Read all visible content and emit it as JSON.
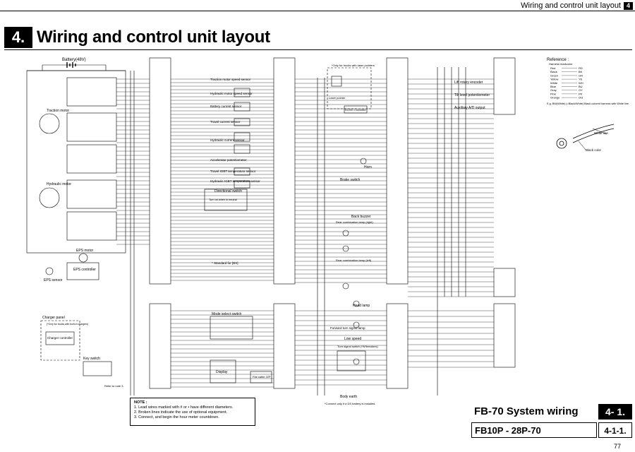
{
  "header": {
    "title": "Wiring and control unit layout",
    "chapter": "4"
  },
  "section": {
    "number": "4.",
    "title": "Wiring and control unit layout"
  },
  "labels": {
    "battery": "Battery(48V)",
    "traction_motor": "Traction motor",
    "hydraulic_motor": "Hydraulic motor",
    "eps_motor": "EPS motor",
    "eps_controller": "EPS controller",
    "eps_sensor": "EPS sensor",
    "charger_panel": "Charger panel",
    "charger_only": "(*Only for trucks with built-in chargers)",
    "charger_controller": "Charger controller",
    "key_switch": "Key switch",
    "mode_select_switch": "Mode select switch",
    "display": "Display",
    "flat_cable": "Flat cable 22P",
    "traction_motor_speed_sensor": "Traction motor speed sensor",
    "hydraulic_motor_speed_sensor": "Hydraulic motor speed sensor",
    "battery_current_sensor": "Battery current sensor",
    "travel_current_sensor": "Travel current sensor",
    "hydraulic_current_sensor": "Hydraulic current sensor",
    "accelerator_potentiometer": "Accelerator potentiometer",
    "travel_igbt_temp": "Travel IGBT temperature sensor",
    "hydraulic_igbt_temp": "Hydraulic IGBT temperature sensor",
    "directional_switch": "Directional switch",
    "turn_on_neutral": "Turn on when in neutral",
    "standard_bx": "* Standard for [BX]",
    "only_laser": "*Only for trucks with laser pointers",
    "laser_pointer": "Laser pointer",
    "dc_converter": "DC/DC Converter",
    "horn": "Horn",
    "brake_switch": "Brake switch",
    "back_buzzer": "Back buzzer",
    "rear_combo_right": "Rear combination lamp (right)",
    "rear_combo_left": "Rear combination lamp (left)",
    "head_lamp": "Head lamp",
    "forward_turn_signal": "Forward turn signal lamp",
    "low_speed": "Low speed",
    "turn_signal_switch": "Turn signal switch (*W/breakers)",
    "body_earth": "Body earth",
    "connect_only_ds": "*Connect only if a DS battery is installed.",
    "lift_rotary_encoder": "Lift rotary encoder",
    "tilt_level_pot": "Tilt level potentiometer",
    "auxiliary_ad": "Auxiliary A/D output",
    "refer_note": "Refer to note 3.",
    "white_line": "White line",
    "black_color": "Black color",
    "reference_eg": "E.g. BW(White) (=Black/White) Black colored harness with White line."
  },
  "reference": {
    "title": "Reference :",
    "subtitle": "Harness markcolor",
    "colors": [
      {
        "name": "Red",
        "code": "RD"
      },
      {
        "name": "Black",
        "code": "BK"
      },
      {
        "name": "Green",
        "code": "GN"
      },
      {
        "name": "Yellow",
        "code": "YE"
      },
      {
        "name": "White",
        "code": "WH"
      },
      {
        "name": "Blue",
        "code": "BU"
      },
      {
        "name": "Gray",
        "code": "GY"
      },
      {
        "name": "Pink",
        "code": "PK"
      },
      {
        "name": "Orange",
        "code": "OG"
      }
    ]
  },
  "note": {
    "title": "NOTE :",
    "lines": [
      "1. Lead wires marked with # or • have different diameters.",
      "2. Broken lines indicate the use of optional equipment.",
      "3. Connect, and begin the hour meter countdown."
    ]
  },
  "footer": {
    "system_title": "FB-70  System wiring",
    "system_num": "4- 1.",
    "model": "FB10P - 28P-70",
    "model_num": "4-1-1.",
    "page": "77"
  },
  "colors": {
    "ink": "#000000",
    "paper": "#ffffff"
  }
}
